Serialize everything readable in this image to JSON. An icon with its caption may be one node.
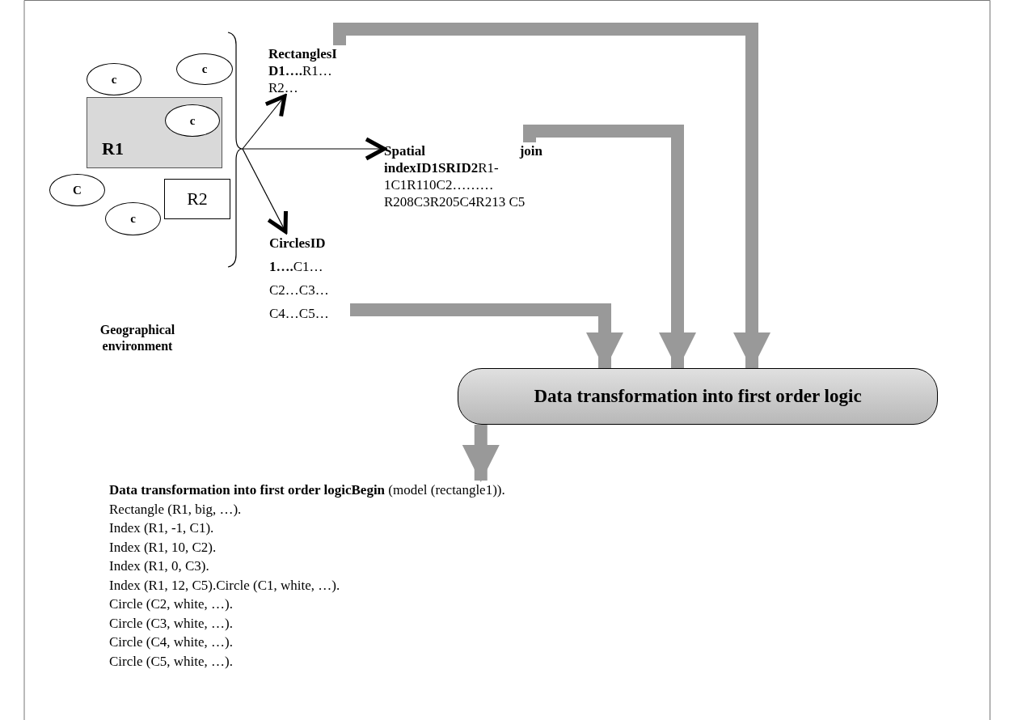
{
  "diagram": {
    "nodes": [
      {
        "text": [
          "Geographical environment"
        ]
      },
      {
        "text": [
          "c"
        ],
        "in": 0
      },
      {
        "text": [
          "c"
        ],
        "in": 0
      },
      {
        "text": [
          "R1"
        ],
        "in": 0
      },
      {
        "text": [
          "c"
        ],
        "in": 3
      },
      {
        "text": [
          "C"
        ],
        "in": 0
      },
      {
        "text": [
          "R2"
        ],
        "in": 0
      },
      {
        "text": [
          "c"
        ],
        "in": 0
      },
      {
        "text": [
          "**RectanglesI D1….**R1… R2…"
        ]
      },
      {
        "text": [
          "**Spatial join indexID1SRID2**R1- 1C1R110C2……… R208C3R205C4R213 C5"
        ]
      },
      {
        "text": [
          "**CirclesID 1….**C1… C2…C3… C4…C5…"
        ]
      },
      {
        "text": [
          "Data transformation into first order logic"
        ]
      },
      {
        "text": [
          "**Data transformation into first order logicBegin** (model (rectangle1)).",
          "Rectangle (R1, big,  …).",
          "Index (R1, -1, C1).",
          "Index (R1, 10, C2).",
          "Index (R1, 0, C3).",
          "Index (R1, 12, C5).Circle (C1, white, …).",
          "Circle (C2, white, …).",
          "Circle (C3, white, …).",
          "Circle (C4, white, …).",
          "Circle (C5, white, …)."
        ]
      }
    ],
    "edges": [
      {
        "from": 0,
        "to": 8,
        "arrow": "to",
        "color": "#000000"
      },
      {
        "from": 0,
        "to": 9,
        "arrow": "to",
        "color": "#000000"
      },
      {
        "from": 0,
        "to": 10,
        "arrow": "to",
        "color": "#000000"
      },
      {
        "from": 8,
        "to": 11,
        "arrow": "to"
      },
      {
        "from": 9,
        "to": 11,
        "arrow": "to"
      },
      {
        "from": 10,
        "to": 11,
        "arrow": "to"
      },
      {
        "from": 11,
        "to": 12,
        "arrow": "to"
      }
    ]
  }
}
